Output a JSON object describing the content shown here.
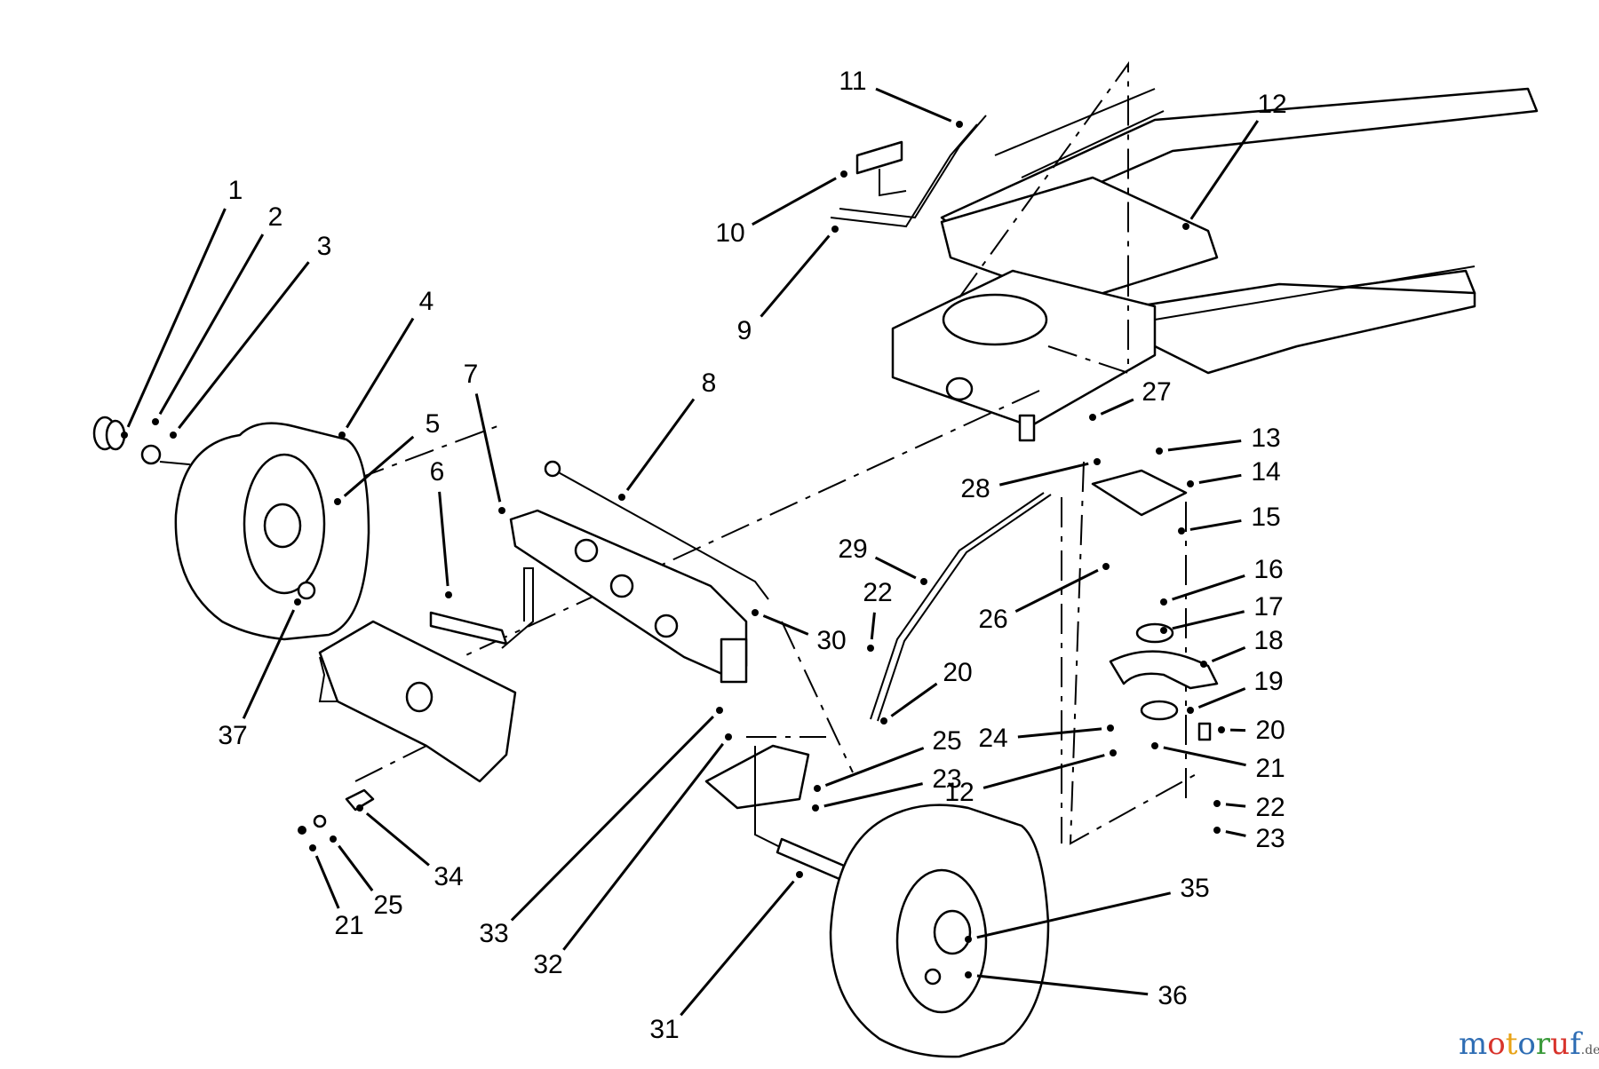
{
  "diagram": {
    "callouts": [
      {
        "id": "c1",
        "text": "1"
      },
      {
        "id": "c2",
        "text": "2"
      },
      {
        "id": "c3",
        "text": "3"
      },
      {
        "id": "c4",
        "text": "4"
      },
      {
        "id": "c5",
        "text": "5"
      },
      {
        "id": "c6",
        "text": "6"
      },
      {
        "id": "c7",
        "text": "7"
      },
      {
        "id": "c8",
        "text": "8"
      },
      {
        "id": "c9",
        "text": "9"
      },
      {
        "id": "c10",
        "text": "10"
      },
      {
        "id": "c11",
        "text": "11"
      },
      {
        "id": "c12a",
        "text": "12"
      },
      {
        "id": "c12b",
        "text": "12"
      },
      {
        "id": "c13",
        "text": "13"
      },
      {
        "id": "c14",
        "text": "14"
      },
      {
        "id": "c15",
        "text": "15"
      },
      {
        "id": "c16",
        "text": "16"
      },
      {
        "id": "c17",
        "text": "17"
      },
      {
        "id": "c18",
        "text": "18"
      },
      {
        "id": "c19",
        "text": "19"
      },
      {
        "id": "c20a",
        "text": "20"
      },
      {
        "id": "c20b",
        "text": "20"
      },
      {
        "id": "c21a",
        "text": "21"
      },
      {
        "id": "c21b",
        "text": "21"
      },
      {
        "id": "c22a",
        "text": "22"
      },
      {
        "id": "c22b",
        "text": "22"
      },
      {
        "id": "c23a",
        "text": "23"
      },
      {
        "id": "c23b",
        "text": "23"
      },
      {
        "id": "c24",
        "text": "24"
      },
      {
        "id": "c25a",
        "text": "25"
      },
      {
        "id": "c25b",
        "text": "25"
      },
      {
        "id": "c26",
        "text": "26"
      },
      {
        "id": "c27",
        "text": "27"
      },
      {
        "id": "c28",
        "text": "28"
      },
      {
        "id": "c29",
        "text": "29"
      },
      {
        "id": "c30",
        "text": "30"
      },
      {
        "id": "c31",
        "text": "31"
      },
      {
        "id": "c32",
        "text": "32"
      },
      {
        "id": "c33",
        "text": "33"
      },
      {
        "id": "c34",
        "text": "34"
      },
      {
        "id": "c35",
        "text": "35"
      },
      {
        "id": "c36",
        "text": "36"
      },
      {
        "id": "c37",
        "text": "37"
      }
    ]
  },
  "watermark": {
    "letters": [
      {
        "ch": "m",
        "color": "#2e6db4"
      },
      {
        "ch": "o",
        "color": "#d8342c"
      },
      {
        "ch": "t",
        "color": "#e8a317"
      },
      {
        "ch": "o",
        "color": "#2e6db4"
      },
      {
        "ch": "r",
        "color": "#3a9a3a"
      },
      {
        "ch": "u",
        "color": "#d8342c"
      },
      {
        "ch": "f",
        "color": "#2e6db4"
      }
    ],
    "suffix": ".de"
  }
}
